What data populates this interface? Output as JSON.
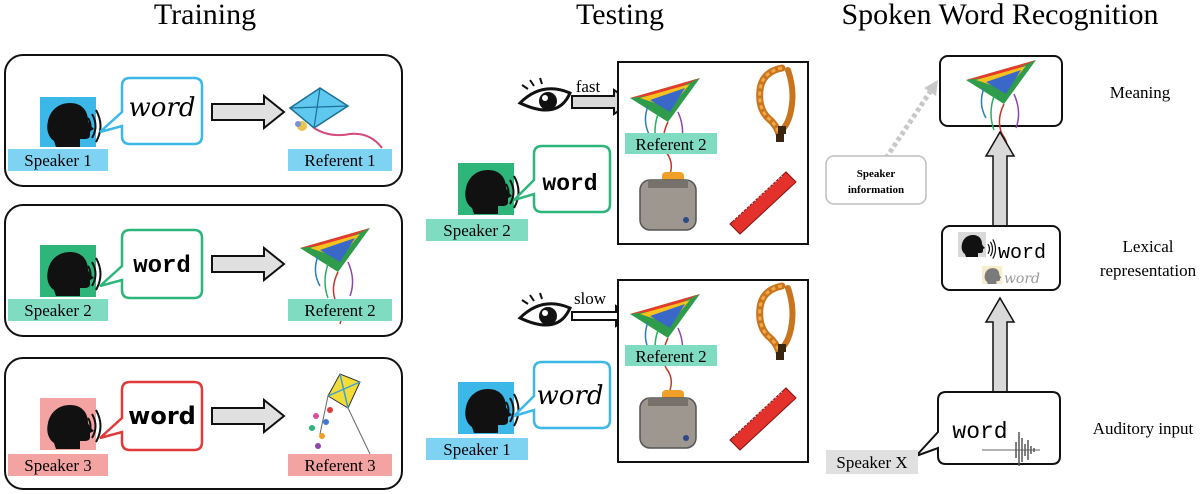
{
  "headings": {
    "training": "Training",
    "testing": "Testing",
    "recognition": "Spoken Word Recognition"
  },
  "training": {
    "rows": [
      {
        "speaker": "Speaker 1",
        "word": "word",
        "referent": "Referent 1",
        "color": "#3bb8e8",
        "bubble": "#3bb8e8",
        "tag": "#7fd3f2"
      },
      {
        "speaker": "Speaker 2",
        "word": "word",
        "referent": "Referent 2",
        "color": "#2db57a",
        "bubble": "#2db57a",
        "tag": "#7fdcc0"
      },
      {
        "speaker": "Speaker 3",
        "word": "word",
        "referent": "Referent 3",
        "color": "#e03a3a",
        "bubble": "#e03a3a",
        "tag": "#f4a3a3"
      }
    ]
  },
  "testing": {
    "top": {
      "look": "fast",
      "target": "Referent 2",
      "speaker": "Speaker 2",
      "word": "word"
    },
    "bottom": {
      "look": "slow",
      "target": "Referent 2",
      "speaker": "Speaker 1",
      "word": "word"
    }
  },
  "recognition": {
    "meaning": "Meaning",
    "lexical_line1": "Lexical",
    "lexical_line2": "representation",
    "auditory": "Auditory input",
    "speaker_info_line1": "Speaker",
    "speaker_info_line2": "information",
    "lex_word": "word",
    "lex_word_faded": "word",
    "input_word": "word",
    "speaker_x": "Speaker X"
  },
  "colors": {
    "blue": "#3bb8e8",
    "green": "#2db57a",
    "red": "#e03a3a",
    "blue_tag": "#7fd3f2",
    "green_tag": "#7fdcc0",
    "red_tag": "#f4a3a3",
    "gray_arrow": "#d9d9d9"
  }
}
